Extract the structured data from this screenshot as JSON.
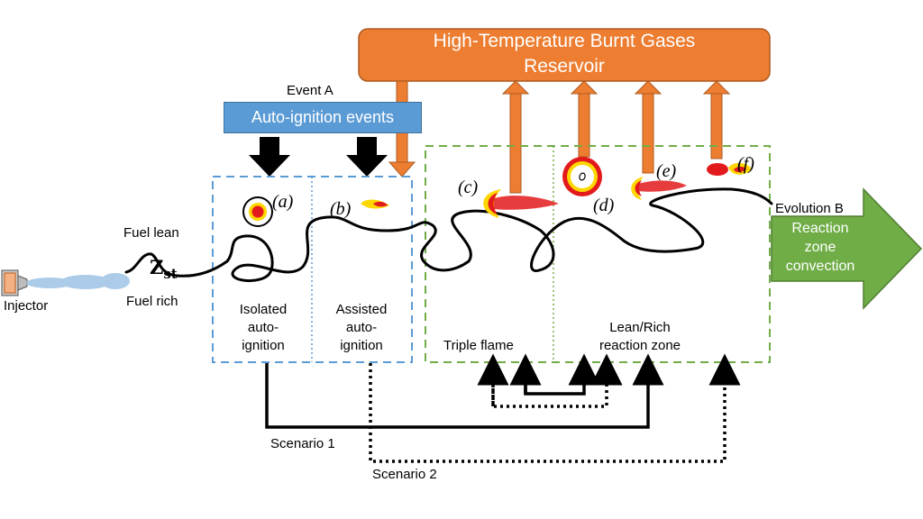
{
  "reservoir": {
    "title_line1": "High-Temperature Burnt Gases",
    "title_line2": "Reservoir"
  },
  "event_a": {
    "label": "Event A",
    "box_label": "Auto-ignition events"
  },
  "injector_label": "Injector",
  "mixture": {
    "fuel_lean": "Fuel lean",
    "fuel_rich": "Fuel rich",
    "z_st": "Z",
    "z_st_sub": "st"
  },
  "zones": {
    "isolated": [
      "Isolated",
      "auto-",
      "ignition"
    ],
    "assisted": [
      "Assisted",
      "auto-",
      "ignition"
    ],
    "triple_flame": "Triple flame",
    "lean_rich": [
      "Lean/Rich",
      "reaction zone"
    ]
  },
  "markers": {
    "a": "(a)",
    "b": "(b)",
    "c": "(c)",
    "d": "(d)",
    "e": "(e)",
    "f": "(f)"
  },
  "evolution_b": {
    "label": "Evolution B",
    "arrow_text": [
      "Reaction",
      "zone",
      "convection"
    ]
  },
  "scenarios": {
    "scenario_1": "Scenario 1",
    "scenario_2": "Scenario 2"
  },
  "colors": {
    "reservoir_fill": "#ed7d31",
    "auto_ignition_fill": "#5b9bd5",
    "blue_dashed": "#5b9bd5",
    "green_dashed": "#70ad47",
    "evolution_arrow": "#70ad47",
    "flame_red": "#e31a1c",
    "flame_yellow": "#ffd700"
  }
}
